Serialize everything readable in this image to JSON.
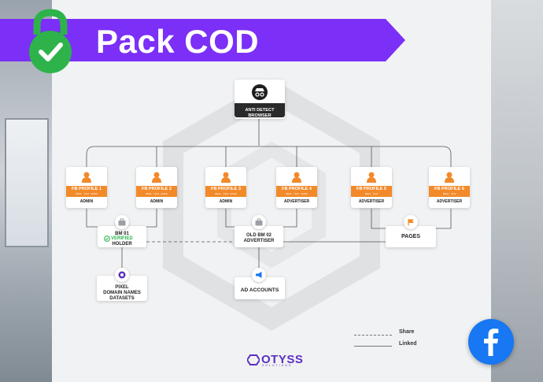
{
  "banner": {
    "title": "Pack COD"
  },
  "top_node": {
    "label": "ANTI DETECT BROWSER"
  },
  "profiles": [
    {
      "title": "FB PROFILE 1",
      "sub": "REAL · OLD · AGED",
      "role": "ADMIN"
    },
    {
      "title": "FB PROFILE 2",
      "sub": "REAL · OLD · AGED",
      "role": "ADMIN"
    },
    {
      "title": "FB PROFILE 3",
      "sub": "REAL · OLD · AGED",
      "role": "ADMIN"
    },
    {
      "title": "FB PROFILE 4",
      "sub": "REAL · OLD · AGED",
      "role": "ADVERTISER"
    },
    {
      "title": "FB PROFILE 5",
      "sub": "REAL · OLD",
      "role": "ADVERTISER"
    },
    {
      "title": "FB PROFILE 6",
      "sub": "REAL · OLD",
      "role": "ADVERTISER"
    }
  ],
  "bm01": {
    "line1": "BM 01",
    "verified": "VERIFIED",
    "line3": "HOLDER"
  },
  "bm02": {
    "line1": "OLD BM 02",
    "line2": "ADVERTISER"
  },
  "pages": {
    "label": "PAGES"
  },
  "pixel": {
    "line1": "PIXEL",
    "line2": "DOMAIN NAMES",
    "line3": "DATASETS"
  },
  "ad_accounts": {
    "label": "AD ACCOUNTS"
  },
  "legend": {
    "share": "Share",
    "linked": "Linked"
  },
  "brand": {
    "name": "OTYSS",
    "sub": "SOLUTIONS"
  },
  "colors": {
    "banner": "#7b2ff7",
    "profile_bar": "#f28a2a",
    "accent_blue": "#1877f2",
    "lock_green": "#2db34a"
  },
  "icons": [
    "lock-check-icon",
    "incognito-icon",
    "user-icon",
    "briefcase-icon",
    "flag-icon",
    "pixel-icon",
    "megaphone-icon",
    "facebook-icon"
  ]
}
